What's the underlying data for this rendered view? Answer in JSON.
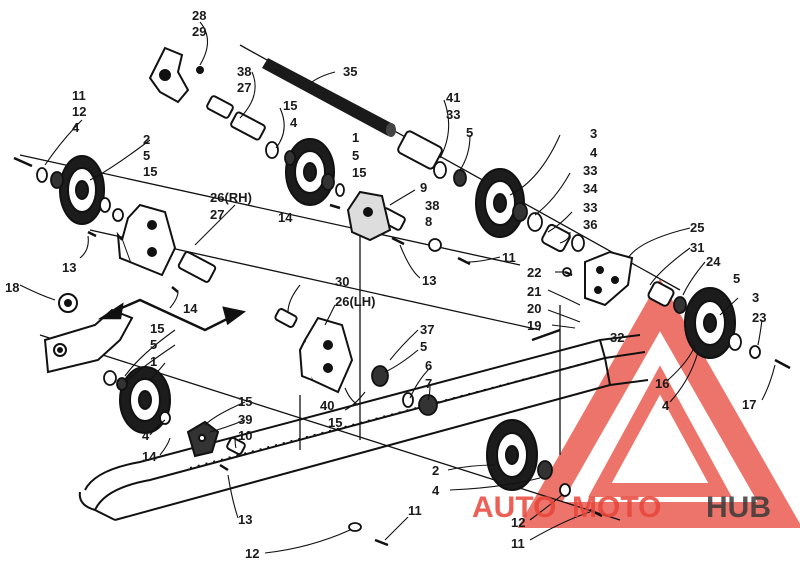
{
  "diagram": {
    "part_numbers": {
      "n28": "28",
      "n29": "29",
      "n35": "35",
      "n38a": "38",
      "n27a": "27",
      "n15a": "15",
      "n4a": "4",
      "n1a": "1",
      "n5a": "5",
      "n15b": "15",
      "n41": "41",
      "n33a": "33",
      "n5b": "5",
      "n3a": "3",
      "n4b": "4",
      "n33b": "33",
      "n34": "34",
      "n33c": "33",
      "n36": "36",
      "n11a": "11",
      "n12a": "12",
      "n4c": "4",
      "n2a": "2",
      "n5c": "5",
      "n15c": "15",
      "n26rh": "26(RH)",
      "n27b": "27",
      "n9": "9",
      "n14a": "14",
      "n38b": "38",
      "n8": "8",
      "n13a": "13",
      "n13b": "13",
      "n11b": "11",
      "n18": "18",
      "n14b": "14",
      "n25": "25",
      "n31": "31",
      "n24": "24",
      "n5d": "5",
      "n22": "22",
      "n21": "21",
      "n20": "20",
      "n19": "19",
      "n32": "32",
      "n3b": "3",
      "n23": "23",
      "n16": "16",
      "n4d": "4",
      "n17": "17",
      "n30": "30",
      "n26lh": "26(LH)",
      "n37": "37",
      "n5e": "5",
      "n6": "6",
      "n7": "7",
      "n15d": "15",
      "n5f": "5",
      "n1b": "1",
      "n15e": "15",
      "n39": "39",
      "n4e": "4",
      "n14c": "14",
      "n10": "10",
      "n40": "40",
      "n15f": "15",
      "n2b": "2",
      "n4f": "4",
      "n12b": "12",
      "n11c": "11",
      "n13c": "13",
      "n11d": "11",
      "n12c": "12"
    }
  },
  "watermark": {
    "part1": "AUTO",
    "part2": "MOTO",
    "part3": "HUB",
    "color_primary": "#e8463a",
    "color_secondary": "#3a3a3a"
  }
}
